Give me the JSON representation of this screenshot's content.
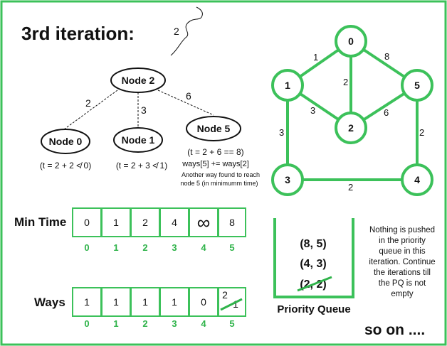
{
  "title": "3rd iteration:",
  "tree": {
    "parent": "Node 2",
    "incoming_weight": "2",
    "children": [
      {
        "label": "Node 0",
        "weight": "2",
        "note": "(t = 2 + 2 ≮ 0)"
      },
      {
        "label": "Node 1",
        "weight": "3",
        "note": "(t = 2 + 3 ≮ 1)"
      },
      {
        "label": "Node 5",
        "weight": "6",
        "note": "(t = 2 + 6 == 8)"
      }
    ],
    "ways_update": "ways[5] += ways[2]",
    "explanation_line1": "Another way found to reach",
    "explanation_line2": "node 5 (in minimumm time)"
  },
  "graph": {
    "nodes": [
      "0",
      "1",
      "2",
      "5",
      "3",
      "4"
    ],
    "edge_weights": {
      "e01": "1",
      "e05": "8",
      "e02": "2",
      "e12": "3",
      "e25": "6",
      "e13": "3",
      "e54": "2",
      "e34": "2"
    }
  },
  "min_time": {
    "label": "Min Time",
    "values": [
      "0",
      "1",
      "2",
      "4",
      "∞",
      "8"
    ],
    "indices": [
      "0",
      "1",
      "2",
      "3",
      "4",
      "5"
    ]
  },
  "ways": {
    "label": "Ways",
    "values": [
      "1",
      "1",
      "1",
      "1",
      "0",
      "1"
    ],
    "updated_value": "2",
    "indices": [
      "0",
      "1",
      "2",
      "3",
      "4",
      "5"
    ]
  },
  "priority_queue": {
    "label": "Priority Queue",
    "items": [
      "(8, 5)",
      "(4, 3)",
      "(2, 2)"
    ]
  },
  "note": {
    "lines": [
      "Nothing is pushed",
      "in the priority",
      "queue in this",
      "iteration. Continue",
      "the iterations till",
      "the PQ is not",
      "empty"
    ]
  },
  "footer": "so on ....",
  "colors": {
    "accent": "#2fb34a",
    "frame": "#3cc15a"
  }
}
